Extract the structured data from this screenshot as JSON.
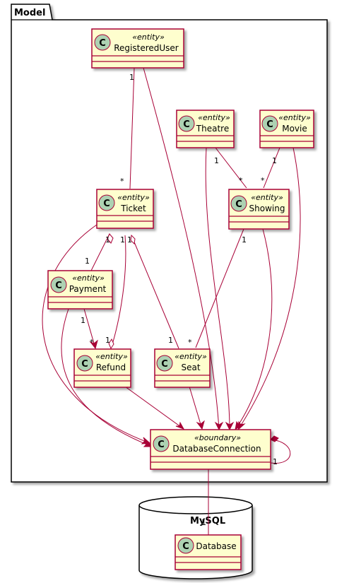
{
  "package": {
    "name": "Model"
  },
  "database": {
    "name": "MySQL"
  },
  "colors": {
    "class_fill": "#FEFECE",
    "class_border": "#A80036",
    "edge": "#A80036",
    "circle_fill": "#ADD1B2",
    "package_fill": "#ffffff",
    "text": "#000000"
  },
  "classes": {
    "registered_user": {
      "name": "RegisteredUser",
      "stereotype": "«entity»",
      "letter": "C"
    },
    "theatre": {
      "name": "Theatre",
      "stereotype": "«entity»",
      "letter": "C"
    },
    "movie": {
      "name": "Movie",
      "stereotype": "«entity»",
      "letter": "C"
    },
    "ticket": {
      "name": "Ticket",
      "stereotype": "«entity»",
      "letter": "C"
    },
    "showing": {
      "name": "Showing",
      "stereotype": "«entity»",
      "letter": "C"
    },
    "payment": {
      "name": "Payment",
      "stereotype": "«entity»",
      "letter": "C"
    },
    "refund": {
      "name": "Refund",
      "stereotype": "«entity»",
      "letter": "C"
    },
    "seat": {
      "name": "Seat",
      "stereotype": "«entity»",
      "letter": "C"
    },
    "database_connection": {
      "name": "DatabaseConnection",
      "stereotype": "«boundary»",
      "letter": "C"
    },
    "database": {
      "name": "Database",
      "stereotype": "",
      "letter": "C"
    }
  },
  "multiplicities": {
    "ru_ticket_1": "1",
    "ru_ticket_many": "*",
    "theatre_showing_1": "1",
    "theatre_showing_many": "*",
    "movie_showing_1": "1",
    "movie_showing_many": "*",
    "ticket_payment_1a": "1",
    "ticket_payment_1b": "1",
    "ticket_refund_1a": "1",
    "ticket_refund_1b": "1",
    "ticket_seat_1a": "1",
    "ticket_seat_1b": "1",
    "showing_seat_1": "1",
    "showing_seat_many": "*",
    "payment_refund_1": "1",
    "payment_refund_many": "*",
    "dbconn_self_1": "1",
    "dbconn_database_1": "1"
  }
}
